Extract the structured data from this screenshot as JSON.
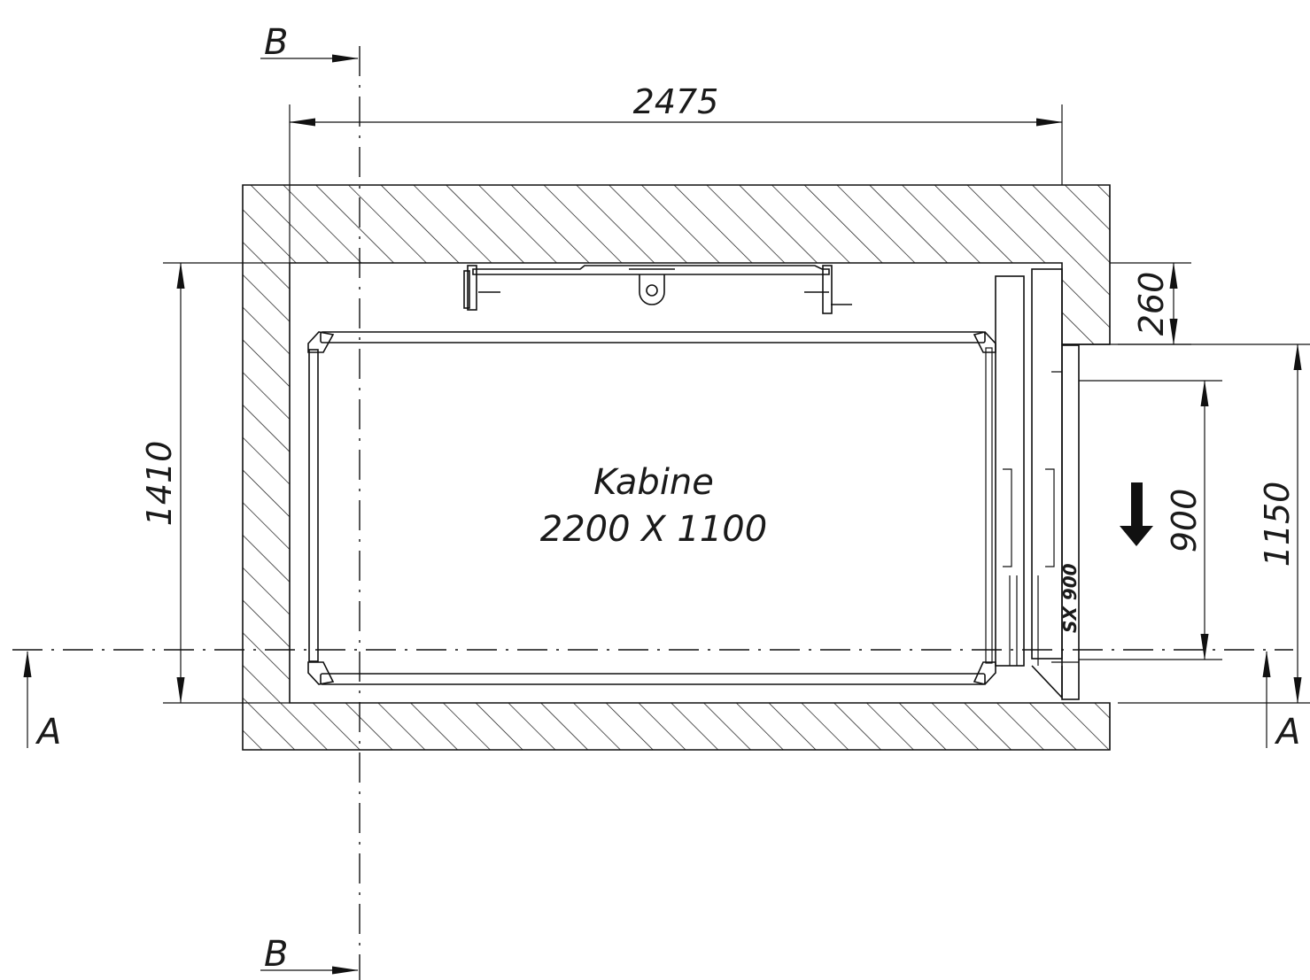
{
  "drawing": {
    "cabin_label": "Kabine",
    "cabin_size": "2200 X 1100",
    "door_label": "SX 900",
    "colors": {
      "line": "#111111",
      "background": "#ffffff",
      "arrow": "#111111"
    }
  },
  "dimensions": {
    "shaft_width": "2475",
    "shaft_depth": "1410",
    "wall_offset": "260",
    "door_opening": "900",
    "door_wall": "1150"
  },
  "sections": {
    "b_top": "B",
    "b_bottom": "B",
    "a_left": "A",
    "a_right": "A"
  },
  "icons": [
    "opening-direction-arrow-icon",
    "dimension-arrow-icon",
    "hatch-wall-pattern"
  ]
}
